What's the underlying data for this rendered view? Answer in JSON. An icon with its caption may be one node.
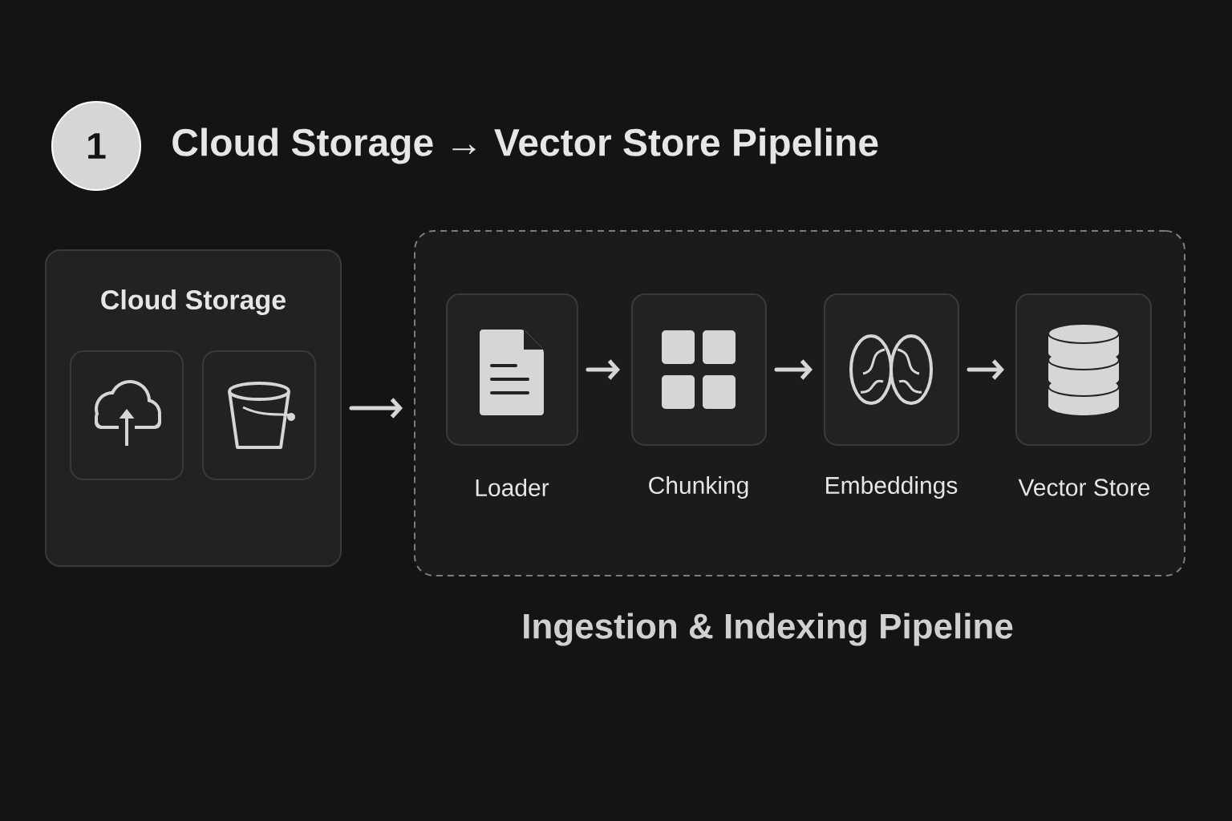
{
  "diagram": {
    "title": "Cloud Storage → Vector Store Pipeline",
    "nodes": [
      {
        "text": [
          "1"
        ]
      },
      {
        "text": [
          "Cloud Storage"
        ]
      },
      {
        "text": [],
        "shape": "box",
        "in": 1
      },
      {
        "text": [],
        "shape": "box",
        "in": 1
      },
      {
        "text": [
          "Ingestion & Indexing Pipeline"
        ]
      },
      {
        "text": [
          "Loader"
        ],
        "in": 4
      },
      {
        "text": [
          "Chunking"
        ],
        "in": 4
      },
      {
        "text": [
          "Embeddings"
        ],
        "in": 4
      },
      {
        "text": [
          "Vector Store"
        ],
        "in": 4
      }
    ],
    "edges": [
      {
        "from": 1,
        "to": 4,
        "arrow": "to"
      },
      {
        "from": 5,
        "to": 6,
        "arrow": "to"
      },
      {
        "from": 6,
        "to": 7,
        "arrow": "to"
      },
      {
        "from": 7,
        "to": 8,
        "arrow": "to"
      }
    ]
  }
}
